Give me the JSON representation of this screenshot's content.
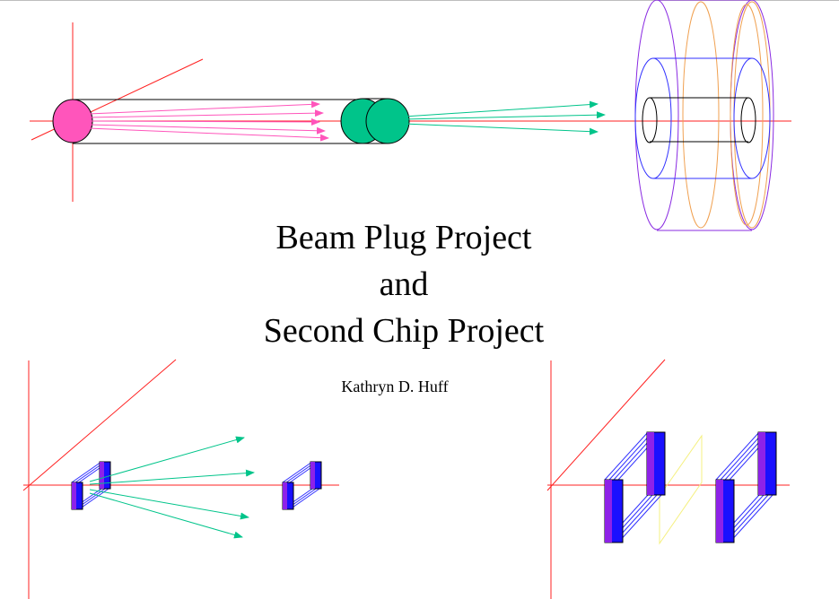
{
  "title": {
    "line1": "Beam Plug Project",
    "line2": "and",
    "line3": "Second Chip Project"
  },
  "author": "Kathryn D. Huff",
  "colors": {
    "axis": "#ff2020",
    "beam_source": "#ff55bb",
    "beam_plug": "#00c48a",
    "ring_purple": "#8a2be2",
    "ring_orange": "#f0a050",
    "ring_blue": "#3030ff",
    "chip_fill_blue": "#1a10ff",
    "chip_fill_purple": "#8e22e8",
    "frame_yellow": "#f5f080",
    "outline": "#000000"
  }
}
